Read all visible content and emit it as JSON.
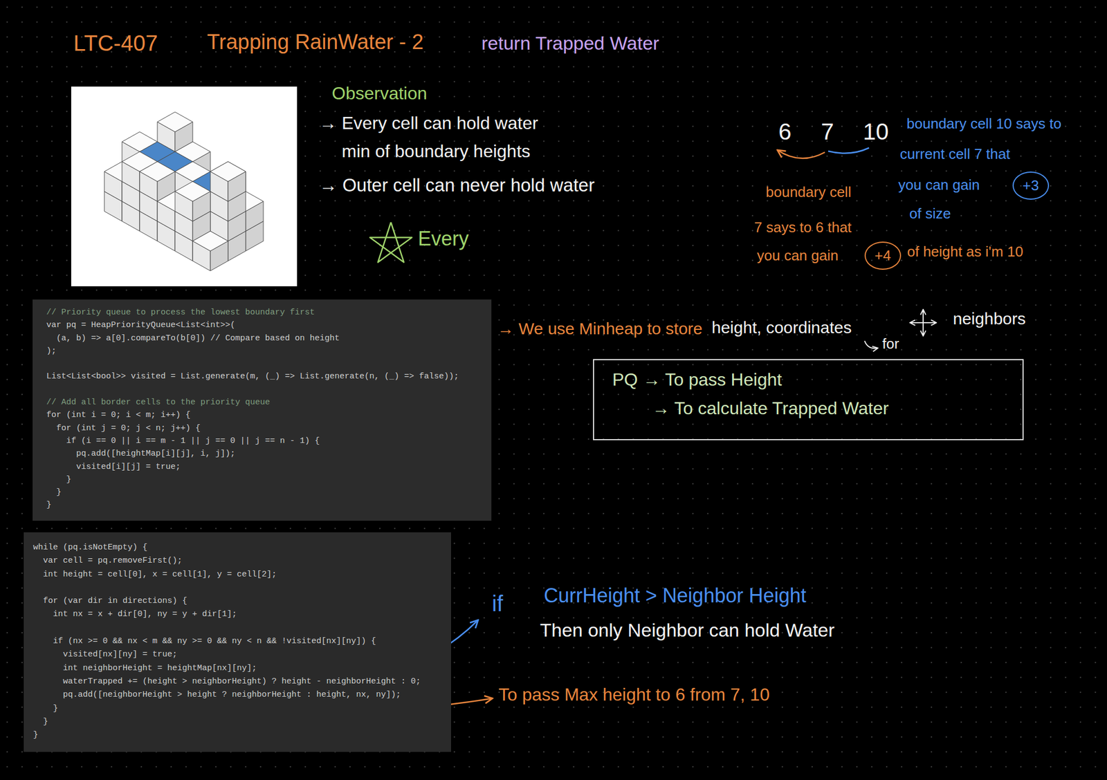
{
  "diagram": {
    "title": "Trapping RainWater - 2",
    "nodes": [
      {
        "text": [
          "+3"
        ]
      },
      {
        "text": [
          "+4"
        ]
      },
      {
        "text": [
          "// Priority queue to process the lowest boundary first",
          "var pq = HeapPriorityQueue<List<int>>(",
          "(a, b) => a[0].compareTo(b[0]) // Compare based on height",
          ");",
          "List<List<bool>> visited = List.generate(m, (_) => List.generate(n, (_) => false));",
          "// Add all border cells to the priority queue",
          "for (int i = 0; i < m; i++) {",
          "for (int j = 0; j < n; j++) {",
          "if (i == 0 || i == m - 1 || j == 0 || j == n - 1) {",
          "pq.add([heightMap[i][j], i, j]);",
          "visited[i][j] = true;",
          "}",
          "}",
          "}"
        ]
      },
      {
        "text": [
          "PQ → To pass Height",
          "→ To calculate Trapped Water"
        ]
      },
      {
        "text": [
          "while (pq.isNotEmpty) {",
          "var cell = pq.removeFirst();",
          "int height = cell[0], x = cell[1], y = cell[2];",
          "for (var dir in directions) {",
          "int nx = x + dir[0], ny = y + dir[1];",
          "if (nx >= 0 && nx < m && ny >= 0 && ny < n && !visited[nx][ny]) {",
          "visited[nx][ny] = true;",
          "int neighborHeight = heightMap[nx][ny];",
          "waterTrapped += (height > neighborHeight) ? height - neighborHeight : 0;",
          "pq.add([neighborHeight > height ? neighborHeight : height, nx, ny]);",
          "}",
          "}",
          "}"
        ]
      }
    ],
    "labels": [
      "LTC-407",
      "return Trapped Water",
      "Observation",
      "→ Every cell can hold water",
      "min of boundary heights",
      "→ Outer cell can never hold water",
      "Every",
      "6",
      "7",
      "10",
      "boundary cell 10 says to",
      "current cell 7 that",
      "you can gain",
      "of size",
      "boundary cell",
      "7 says to 6 that",
      "you can gain",
      "of height as i'm 10",
      "→ We use Minheap to store",
      "height, coordinates",
      "for",
      "neighbors",
      "if",
      "CurrHeight > Neighbor Height",
      "Then only Neighbor can hold Water",
      "To pass Max height to 6 from 7, 10"
    ]
  }
}
